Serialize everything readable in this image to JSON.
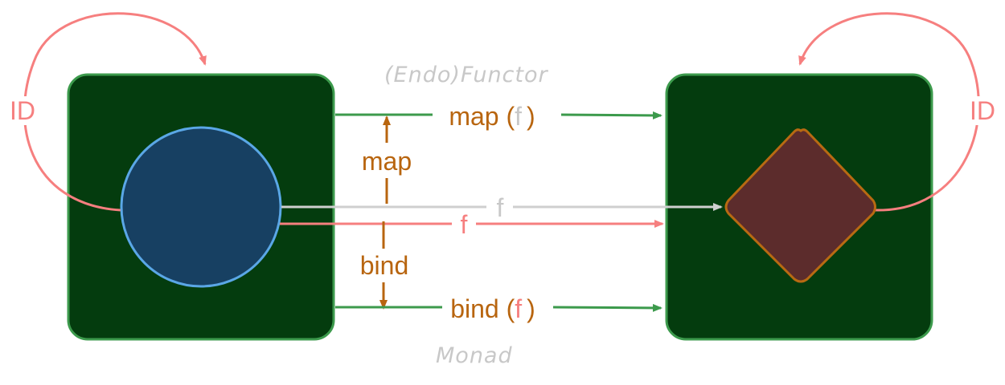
{
  "colors": {
    "box_fill": "#043c0e",
    "box_stroke": "#3c9a4c",
    "circle_fill": "#174062",
    "circle_stroke": "#5aa7e6",
    "diamond_fill": "#5c2c2c",
    "diamond_stroke": "#b86a12",
    "arrow_green": "#3c9a4c",
    "arrow_pink": "#f67f7f",
    "arrow_gray": "#cfcfcf",
    "label_orange": "#b8650f",
    "label_gray": "#c8c8c8"
  },
  "labels": {
    "id_left": "ID",
    "id_right": "ID",
    "functor": "(Endo)Functor",
    "monad": "Monad",
    "map_top_pre": "map (",
    "map_top_f": "f",
    "map_top_post": ")",
    "map_mid": "map",
    "f_gray": "f",
    "f_pink": "f",
    "bind_mid": "bind",
    "bind_bottom_pre": "bind (",
    "bind_bottom_f": "f",
    "bind_bottom_post": ")"
  },
  "icons": {
    "source_shape": "circle",
    "target_shape": "diamond"
  }
}
